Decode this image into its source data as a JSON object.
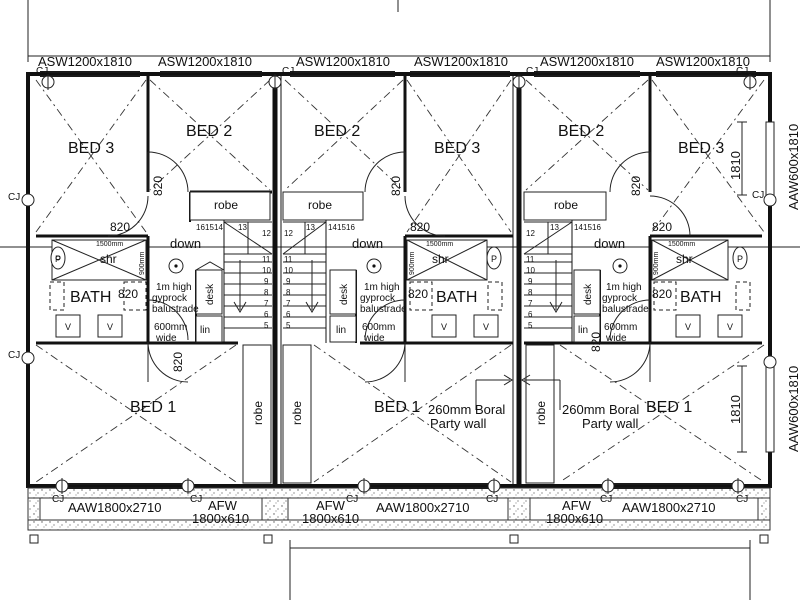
{
  "colors": {
    "ink": "#111111",
    "paper": "#ffffff",
    "speckle": "#555555"
  },
  "icons": [
    "ceiling-light-icon",
    "toilet-icon",
    "basin-icon",
    "control-joint-icon",
    "stair-arrow-icon"
  ],
  "labels": {
    "bed1": "BED 1",
    "bed2": "BED 2",
    "bed3": "BED 3",
    "bath": "BATH",
    "shr": "shr",
    "robe": "robe",
    "down": "down",
    "desk": "desk",
    "lin": "lin",
    "cj": "CJ",
    "door820": "820",
    "balustrade": [
      "1m high",
      "gyprock",
      "balustrade"
    ],
    "desk_width": [
      "600mm",
      "wide"
    ],
    "party_wall": [
      "260mm Boral",
      "Party wall"
    ],
    "shower_size": "1500mm",
    "shower_side": "900mm",
    "dim1810": "1810",
    "v": "V",
    "p": "P"
  },
  "windows": {
    "asw": "ASW1200x1810",
    "aaw_side": "AAW600x1810",
    "aaw_front": "AAW1800x2710",
    "afw": "AFW",
    "afw_size": "1800x610"
  },
  "stair_numbers": {
    "top": [
      "16",
      "15",
      "14",
      "13",
      "12"
    ],
    "flight": [
      "11",
      "10",
      "9",
      "8",
      "7",
      "6",
      "5"
    ]
  }
}
